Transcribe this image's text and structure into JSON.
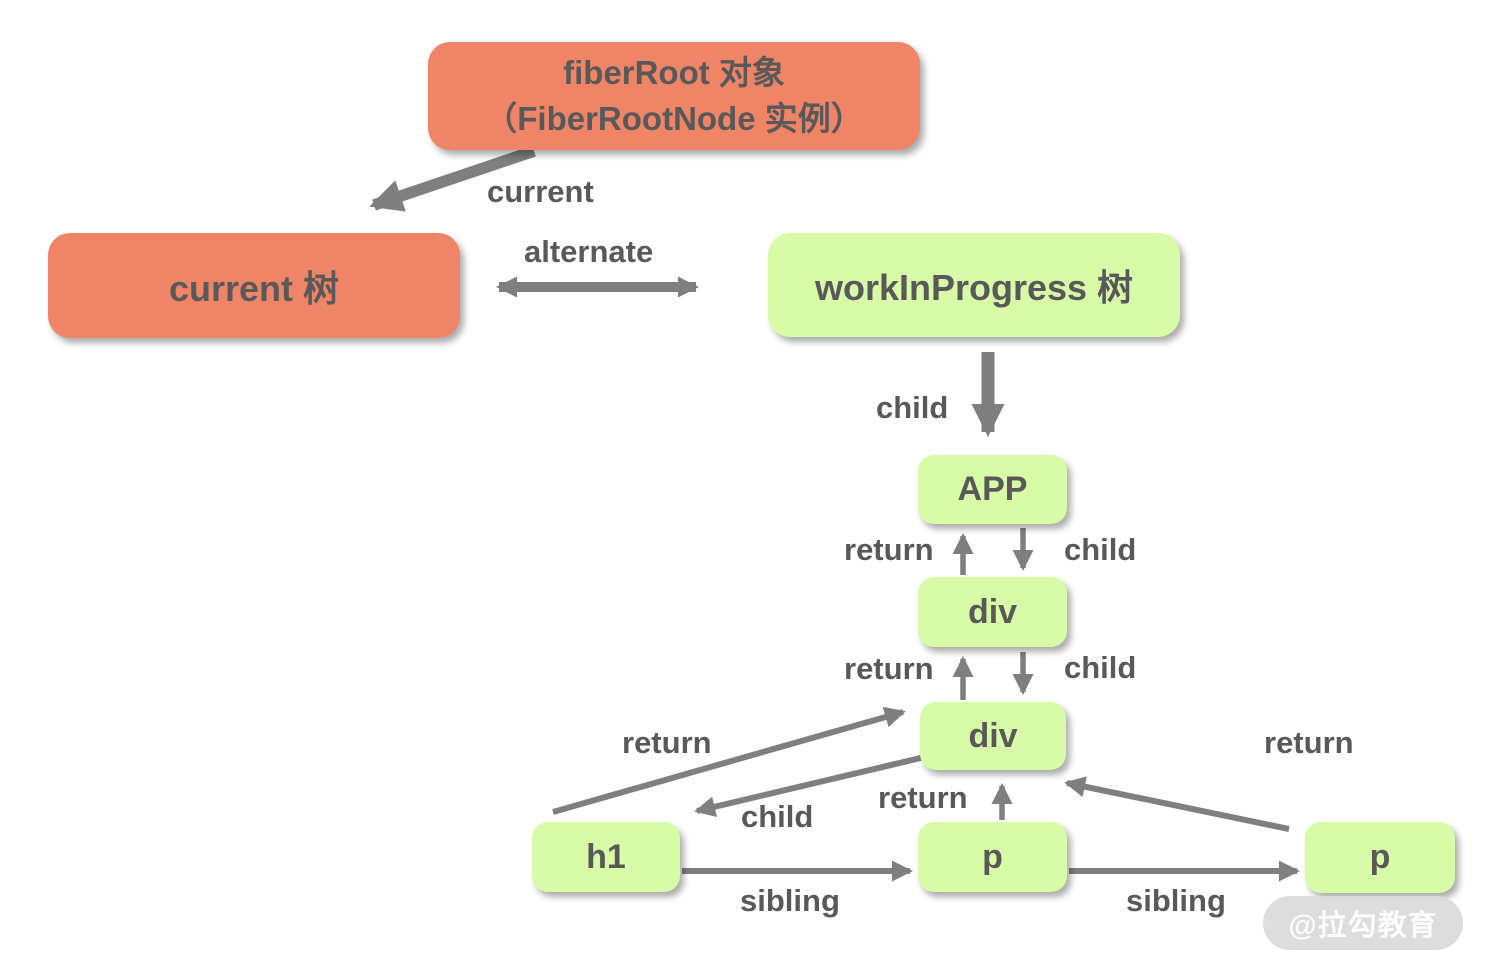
{
  "diagram": {
    "fiber_root": {
      "line1": "fiberRoot 对象",
      "line2": "（FiberRootNode 实例）"
    },
    "trees": {
      "current": "current 树",
      "work_in_progress": "workInProgress 树"
    },
    "fiber_nodes": {
      "app": "APP",
      "div1": "div",
      "div2": "div",
      "h1": "h1",
      "p1": "p",
      "p2": "p"
    },
    "edge_labels": {
      "current": "current",
      "alternate": "alternate",
      "child_root": "child",
      "return_app": "return",
      "child_app": "child",
      "return_div": "return",
      "child_div": "child",
      "return_h1_to_div": "return",
      "child_div_to_h1": "child",
      "return_p1_to_div": "return",
      "return_p2_to_div": "return",
      "sibling_h1_p": "sibling",
      "sibling_p_p": "sibling"
    },
    "watermark": "@拉勾教育",
    "colors": {
      "node_orange": "#ef8566",
      "node_green": "#d7fba6",
      "arrow_gray": "#7f7f7f",
      "text_gray": "#595959",
      "watermark_bg": "#dbdbdb"
    }
  }
}
